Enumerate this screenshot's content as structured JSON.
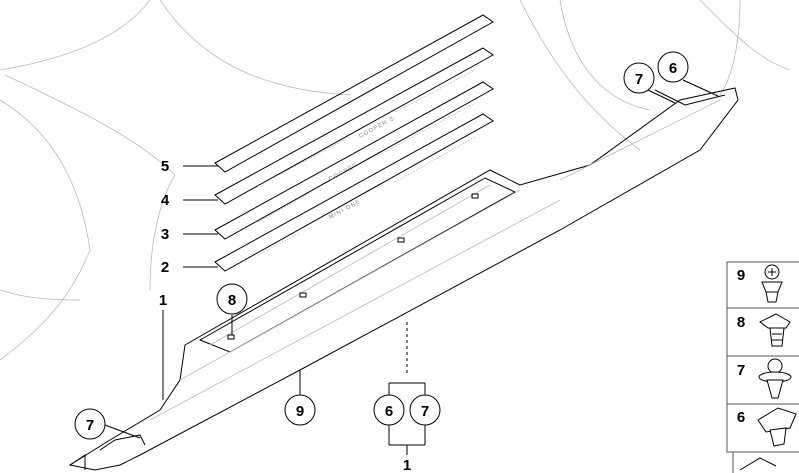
{
  "callouts": {
    "top_6": "6",
    "top_7": "7",
    "strip_5": "5",
    "strip_4": "4",
    "strip_3": "3",
    "strip_2": "2",
    "circle_8": "8",
    "label_1_left": "1",
    "circle_9": "9",
    "circle_6_bottom": "6",
    "circle_7_bottom": "7",
    "label_1_bottom": "1",
    "circle_7_left": "7"
  },
  "sill_plate_text": {
    "strip_4": "COOPER S",
    "strip_3": "COOPER",
    "strip_2": "MINI ONE"
  },
  "legend": [
    {
      "number": "9",
      "icon": "screw-clip-icon"
    },
    {
      "number": "8",
      "icon": "push-clip-icon"
    },
    {
      "number": "7",
      "icon": "expanding-rivet-icon"
    },
    {
      "number": "6",
      "icon": "fastener-clip-icon"
    }
  ],
  "colors": {
    "line": "#000000",
    "faint_line": "#b9b9b9",
    "panel_border": "#555555"
  }
}
